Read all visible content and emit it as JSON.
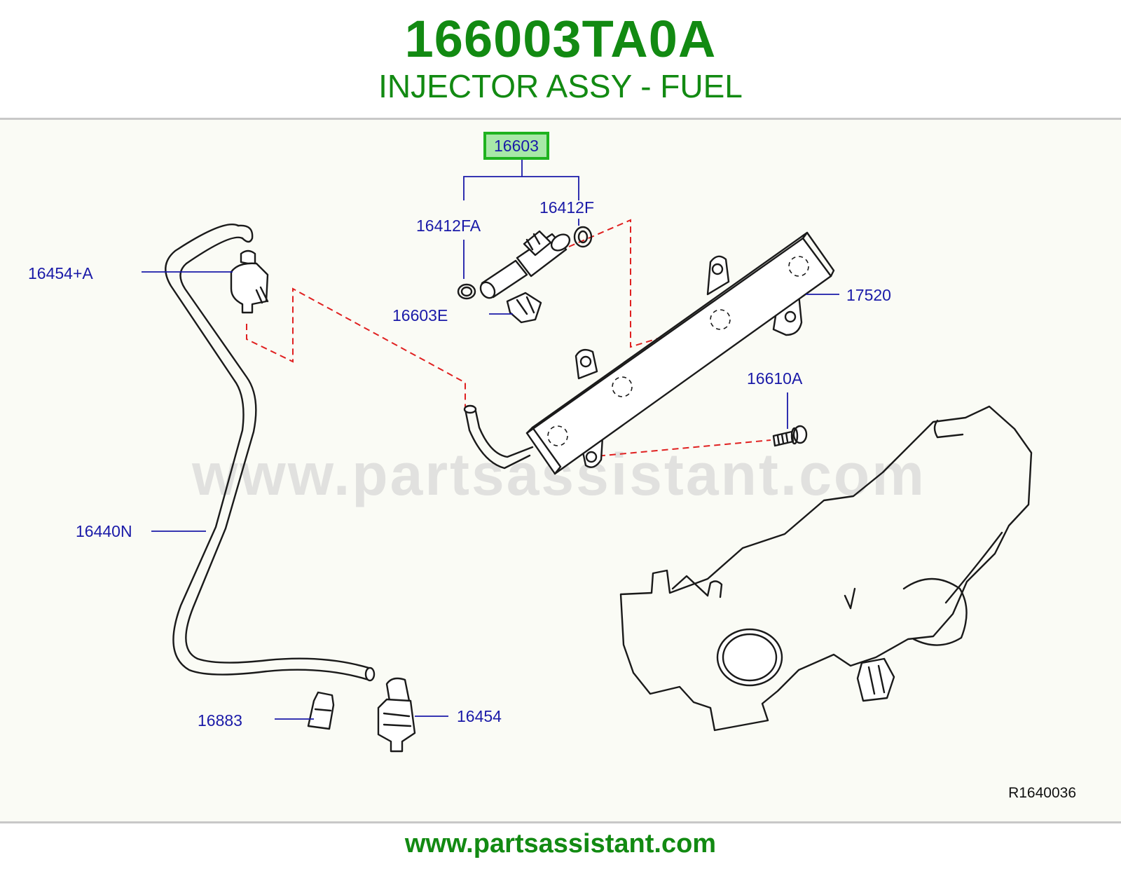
{
  "header": {
    "part_number": "166003TA0A",
    "part_name": "INJECTOR ASSY - FUEL"
  },
  "diagram": {
    "highlighted_callout": "16603",
    "callouts": {
      "c16603": "16603",
      "c16412FA": "16412FA",
      "c16412F": "16412F",
      "c16454A": "16454+A",
      "c16603E": "16603E",
      "c17520": "17520",
      "c16610A": "16610A",
      "c16440N": "16440N",
      "c16883": "16883",
      "c16454": "16454"
    },
    "reference_code": "R1640036",
    "watermark": "www.partsassistant.com",
    "colors": {
      "title_green": "#128a12",
      "callout_blue": "#1a1aa8",
      "highlight_border": "#1fb31f",
      "highlight_fill": "#a8e8a8",
      "assembly_line_red": "#e02020"
    }
  },
  "footer": {
    "url": "www.partsassistant.com"
  }
}
